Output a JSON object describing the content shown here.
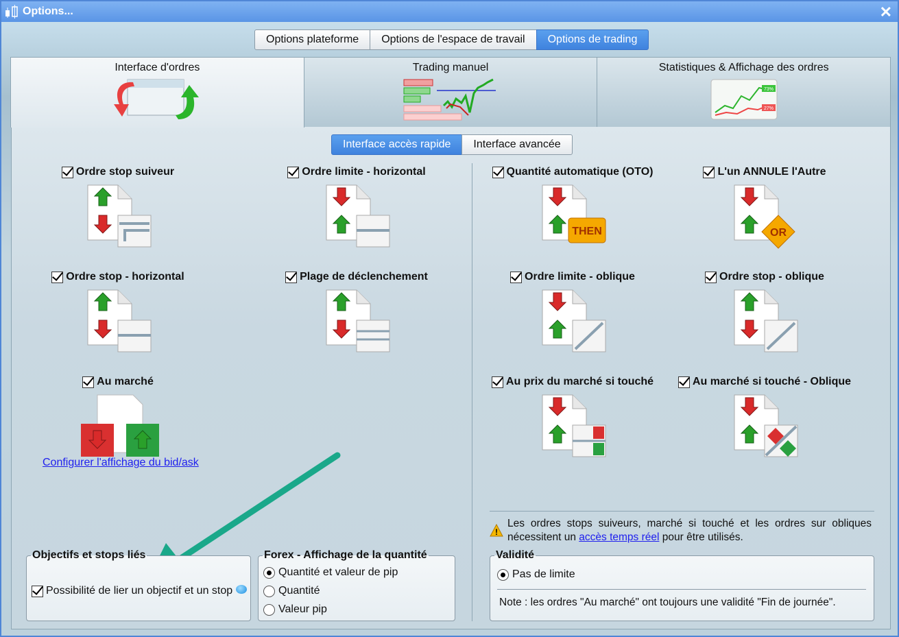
{
  "window": {
    "title": "Options...",
    "close_icon": "close-icon"
  },
  "top_tabs": [
    {
      "label": "Options plateforme",
      "active": false
    },
    {
      "label": "Options de l'espace de travail",
      "active": false
    },
    {
      "label": "Options de trading",
      "active": true
    }
  ],
  "big_tabs": [
    {
      "label": "Interface d'ordres",
      "active": true
    },
    {
      "label": "Trading manuel",
      "active": false
    },
    {
      "label": "Statistiques & Affichage des ordres",
      "active": false,
      "badges": [
        "73%",
        "27%"
      ]
    }
  ],
  "sub_tabs": [
    {
      "label": "Interface accès rapide",
      "active": true
    },
    {
      "label": "Interface avancée",
      "active": false
    }
  ],
  "options": [
    {
      "label": "Ordre stop suiveur",
      "checked": true,
      "icon": "trailing-stop-icon"
    },
    {
      "label": "Ordre limite - horizontal",
      "checked": true,
      "icon": "limit-horizontal-icon"
    },
    {
      "label": "Quantité automatique (OTO)",
      "checked": true,
      "icon": "oto-then-icon",
      "badge": "THEN"
    },
    {
      "label": "L'un ANNULE l'Autre",
      "checked": true,
      "icon": "oco-or-icon",
      "badge": "OR"
    },
    {
      "label": "Ordre stop - horizontal",
      "checked": true,
      "icon": "stop-horizontal-icon"
    },
    {
      "label": "Plage de déclenchement",
      "checked": true,
      "icon": "trigger-range-icon"
    },
    {
      "label": "Ordre limite - oblique",
      "checked": true,
      "icon": "limit-oblique-icon"
    },
    {
      "label": "Ordre stop - oblique",
      "checked": true,
      "icon": "stop-oblique-icon"
    },
    {
      "label": "Au marché",
      "checked": true,
      "icon": "market-order-icon"
    },
    {
      "label": "Au prix du marché si touché",
      "checked": true,
      "icon": "market-if-touched-icon"
    },
    {
      "label": "Au marché si touché - Oblique",
      "checked": true,
      "icon": "market-if-touched-oblique-icon"
    }
  ],
  "bid_ask_link": "Configurer l'affichage du bid/ask",
  "warning": {
    "text_before": "Les ordres stops suiveurs, marché si touché et les ordres sur obliques nécessitent un ",
    "link": "accès temps réel",
    "text_after": " pour être utilisés."
  },
  "linked": {
    "title": "Objectifs et stops liés",
    "checkbox_label": "Possibilité de lier un objectif et un stop",
    "checked": true
  },
  "forex": {
    "title": "Forex - Affichage de la quantité",
    "options": [
      {
        "label": "Quantité et valeur de pip",
        "selected": true
      },
      {
        "label": "Quantité",
        "selected": false
      },
      {
        "label": "Valeur pip",
        "selected": false
      }
    ]
  },
  "validity": {
    "title": "Validité",
    "options": [
      {
        "label": "Pas de limite",
        "selected": true
      }
    ],
    "note": "Note : les ordres \"Au marché\" ont toujours une validité \"Fin de journée\"."
  },
  "colors": {
    "title_bar": "#5a95e6",
    "active_tab": "#3f82de",
    "link": "#2020ee",
    "arrow_up": "#2aa02a",
    "arrow_down": "#d92a2a",
    "annotation_arrow": "#1aa88a"
  }
}
